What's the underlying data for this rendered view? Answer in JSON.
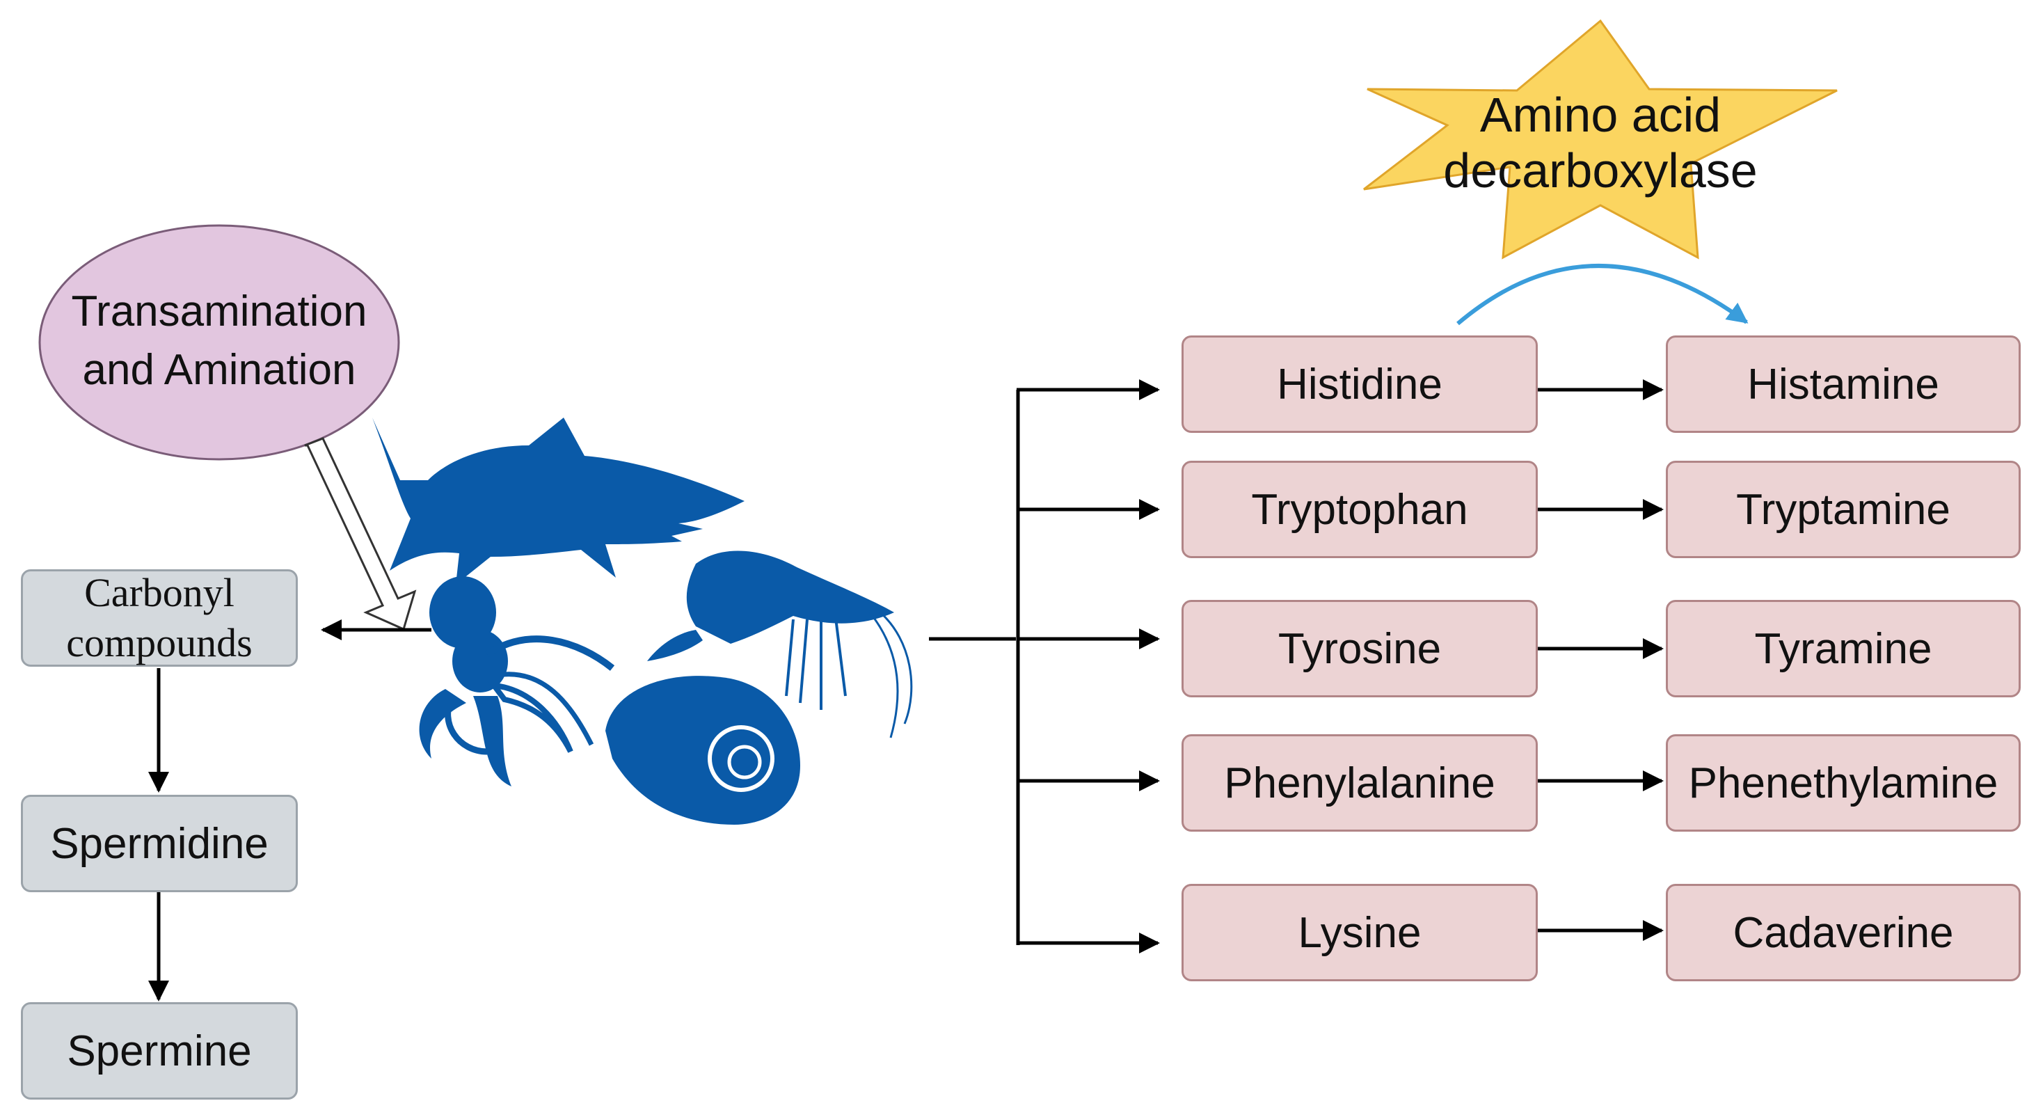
{
  "enzyme": {
    "line1": "Amino acid",
    "line2": "decarboxylase"
  },
  "process": {
    "line1": "Transamination",
    "line2": "and Amination"
  },
  "polyamine_path": {
    "carbonyl_line1": "Carbonyl",
    "carbonyl_line2": "compounds",
    "spermidine": "Spermidine",
    "spermine": "Spermine"
  },
  "amino_acids": [
    "Histidine",
    "Tryptophan",
    "Tyrosine",
    "Phenylalanine",
    "Lysine"
  ],
  "biogenic_amines": [
    "Histamine",
    "Tryptamine",
    "Tyramine",
    "Phenethylamine",
    "Cadaverine"
  ],
  "colors": {
    "box_pink": "#ecd3d4",
    "box_grey": "#d4d9dd",
    "ellipse_purple": "#e2c6df",
    "star_yellow": "#fbd560",
    "seafood_blue": "#0a5aa8",
    "enzyme_arrow_blue": "#3a9ddb"
  },
  "icons": [
    "shark-icon",
    "shrimp-icon",
    "octopus-icon",
    "nautilus-shell-icon"
  ]
}
